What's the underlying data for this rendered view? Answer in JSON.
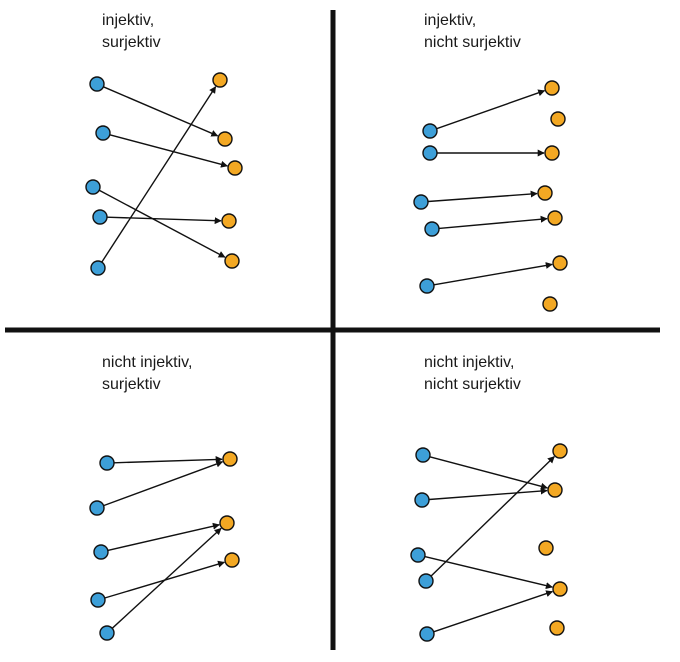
{
  "quadrants": [
    {
      "line1": "injektiv,",
      "line2": "surjektiv"
    },
    {
      "line1": "injektiv,",
      "line2": "nicht surjektiv"
    },
    {
      "line1": "nicht injektiv,",
      "line2": "surjektiv"
    },
    {
      "line1": "nicht injektiv,",
      "line2": "nicht surjektiv"
    }
  ],
  "colors": {
    "domain": "#3d9fd8",
    "codomain": "#f3a823",
    "stroke": "#111111",
    "divider": "#111111"
  }
}
